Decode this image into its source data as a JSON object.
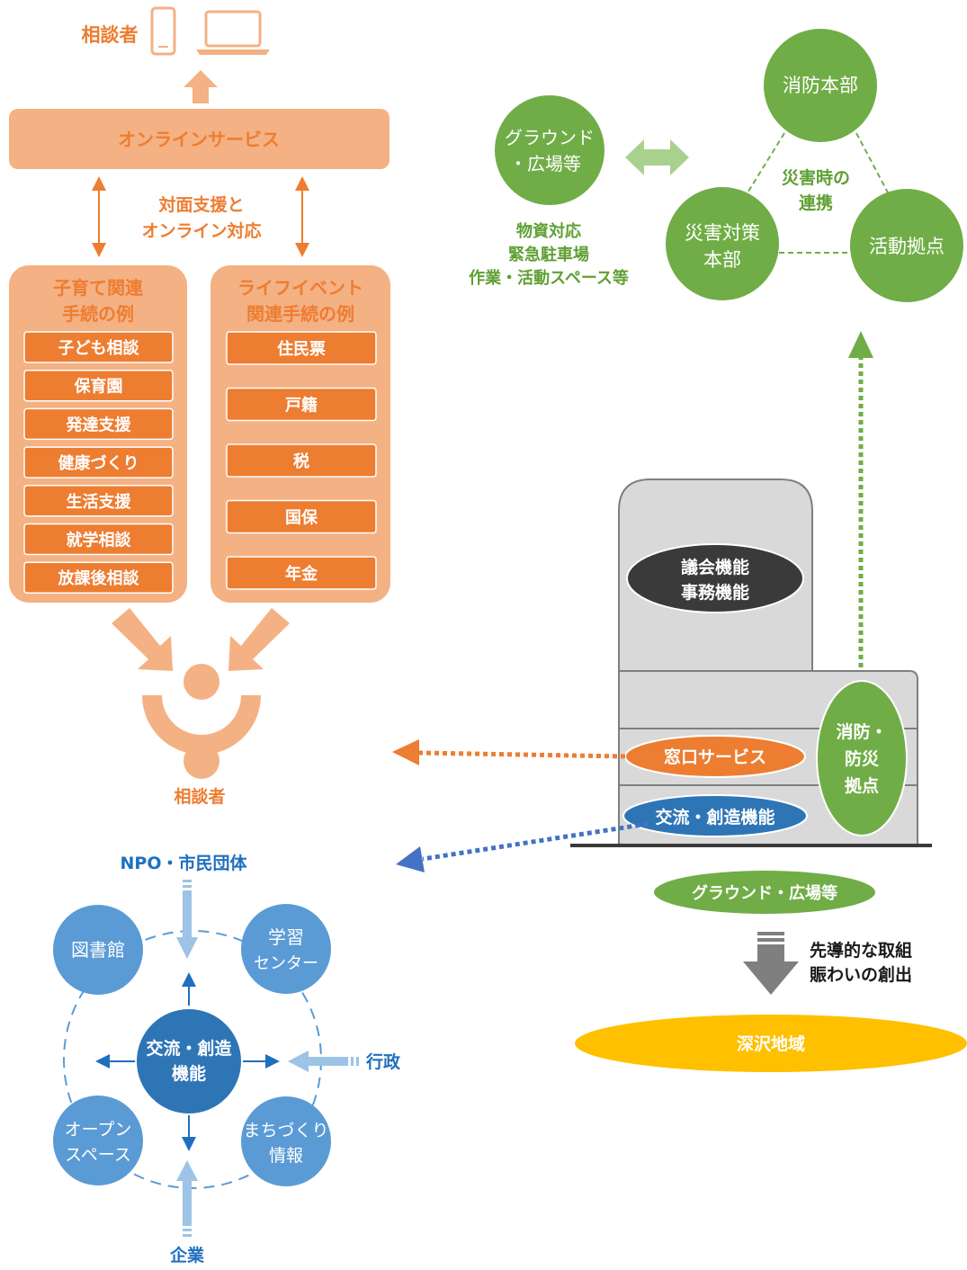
{
  "top": {
    "consultant_label": "相談者",
    "online_service": "オンラインサービス",
    "support_line1": "対面支援と",
    "support_line2": "オンライン対応"
  },
  "childcare": {
    "title_line1": "子育て関連",
    "title_line2": "手続の例",
    "items": [
      "子ども相談",
      "保育園",
      "発達支援",
      "健康づくり",
      "生活支援",
      "就学相談",
      "放課後相談"
    ]
  },
  "lifeevent": {
    "title_line1": "ライフイベント",
    "title_line2": "関連手続の例",
    "items": [
      "住民票",
      "戸籍",
      "税",
      "国保",
      "年金"
    ]
  },
  "consultant_bottom": "相談者",
  "disaster": {
    "ground_line1": "グラウンド",
    "ground_line2": "・広場等",
    "ground_uses": [
      "物資対応",
      "緊急駐車場",
      "作業・活動スペース等"
    ],
    "fire_hq": "消防本部",
    "disaster_hq_line1": "災害対策",
    "disaster_hq_line2": "本部",
    "activity_base": "活動拠点",
    "cooperation_line1": "災害時の",
    "cooperation_line2": "連携"
  },
  "building": {
    "council_line1": "議会機能",
    "council_line2": "事務機能",
    "window_service": "窓口サービス",
    "exchange": "交流・創造機能",
    "fire_base_line1": "消防・",
    "fire_base_line2": "防災",
    "fire_base_line3": "拠点",
    "ground_plaza": "グラウンド・広場等"
  },
  "leading": {
    "line1": "先導的な取組",
    "line2": "賑わいの創出",
    "area": "深沢地域"
  },
  "exchange_diagram": {
    "npo": "NPO・市民団体",
    "gov": "行政",
    "company": "企業",
    "center_line1": "交流・創造",
    "center_line2": "機能",
    "library": "図書館",
    "learning_line1": "学習",
    "learning_line2": "センター",
    "open_line1": "オープン",
    "open_line2": "スペース",
    "town_line1": "まちづくり",
    "town_line2": "情報"
  },
  "colors": {
    "orange_dark": "#ED7D31",
    "orange_mid": "#F4B183",
    "green": "#70AD47",
    "green_text": "#5FA033",
    "blue_mid": "#5B9BD5",
    "blue_dark": "#2E75B6",
    "blue_text": "#1F6FBF",
    "gray_building": "#D9D9D9",
    "dark_ellipse": "#3A3A3A",
    "yellow": "#FFC000"
  },
  "icons": [
    "phone-icon",
    "laptop-icon",
    "person-icon"
  ]
}
